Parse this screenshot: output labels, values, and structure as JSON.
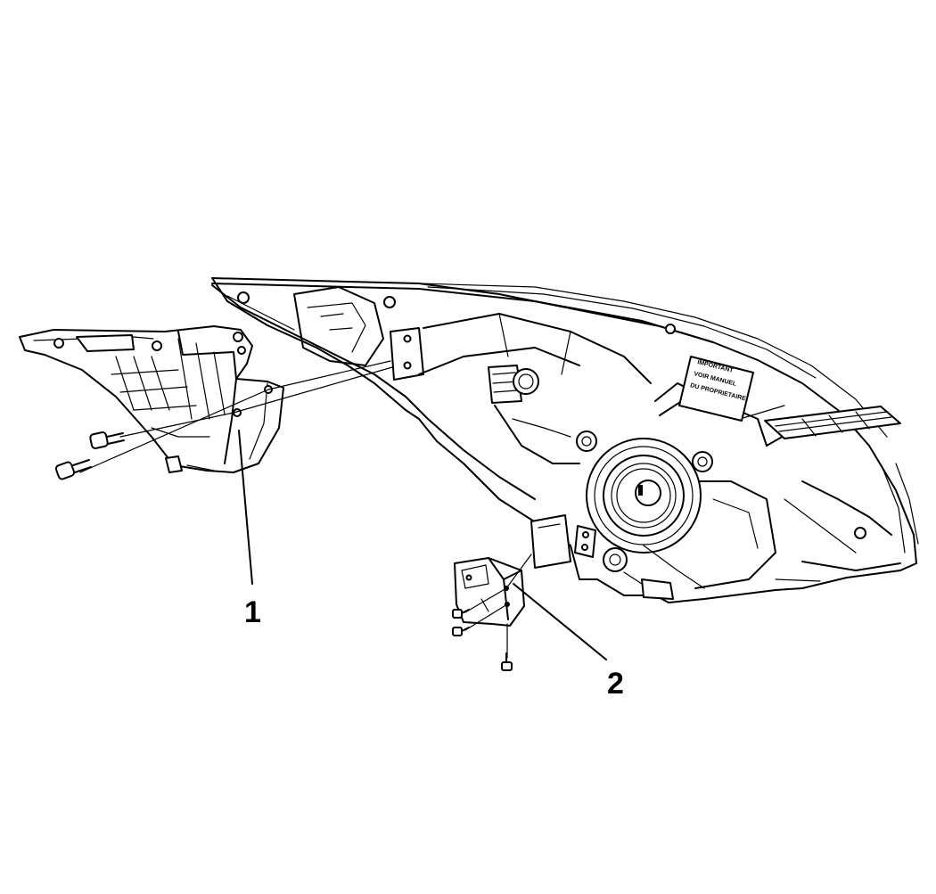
{
  "callouts": [
    {
      "id": "1",
      "label": "1"
    },
    {
      "id": "2",
      "label": "2"
    }
  ],
  "decal_text": [
    "IMPORTANT",
    "VOIR MANUEL",
    "DU PROPRIETAIRE"
  ]
}
